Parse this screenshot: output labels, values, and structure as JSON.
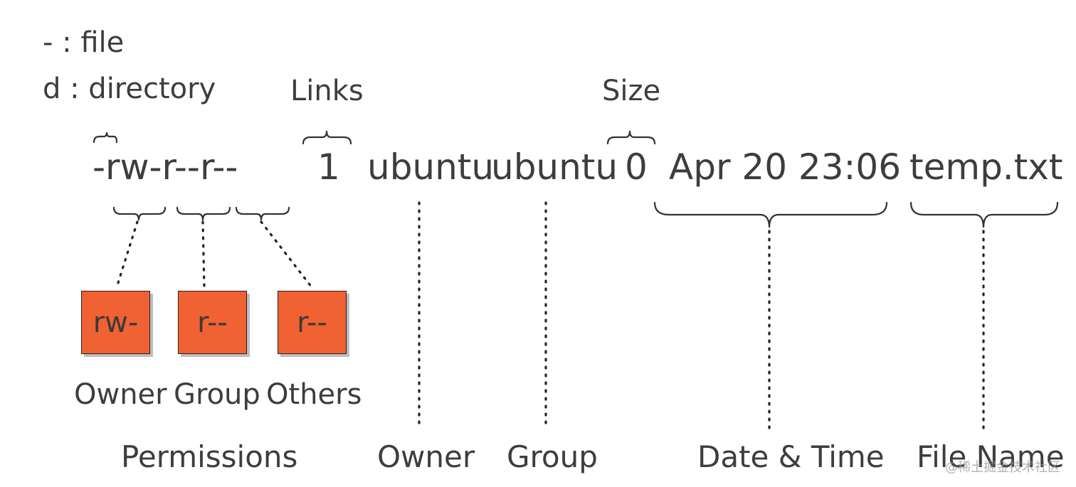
{
  "legend": {
    "file_line": "- : file",
    "directory_line": "d : directory"
  },
  "labels": {
    "links": "Links",
    "size": "Size"
  },
  "command": {
    "permissions": "-rw-r--r--",
    "links": "1",
    "owner": "ubuntu",
    "group": "ubuntu",
    "size": "0",
    "datetime": "Apr 20 23:06",
    "filename": "temp.txt"
  },
  "permission_boxes": [
    {
      "value": "rw-",
      "category": "Owner"
    },
    {
      "value": "r--",
      "category": "Group"
    },
    {
      "value": "r--",
      "category": "Others"
    }
  ],
  "bottom_labels": {
    "permissions": "Permissions",
    "owner": "Owner",
    "group": "Group",
    "datetime": "Date & Time",
    "filename": "File Name"
  },
  "watermark": "@稀土掘金技术社区",
  "colors": {
    "box_fill": "#f06233",
    "text": "#3d3d3d",
    "stroke": "#222222"
  }
}
